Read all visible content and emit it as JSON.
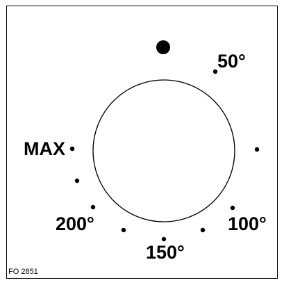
{
  "colors": {
    "ink": "#000000",
    "paper": "#ffffff"
  },
  "dial": {
    "indicator": "off-position-dot",
    "labels": {
      "l50": "50°",
      "max": "MAX",
      "l200": "200°",
      "l150": "150°",
      "l100": "100°"
    }
  },
  "figure_code": "FO 2851"
}
